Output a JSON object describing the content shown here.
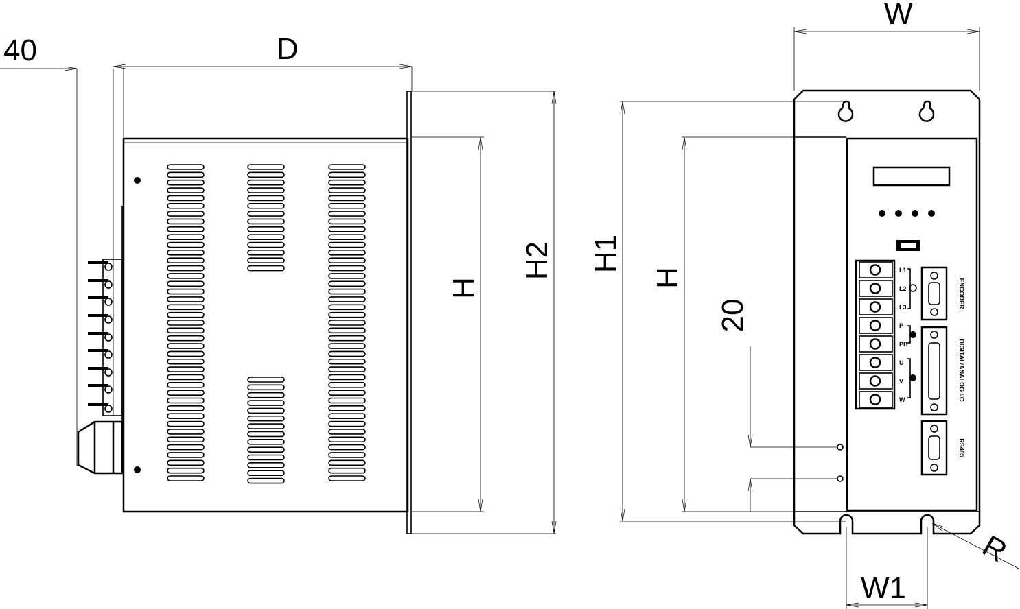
{
  "dimensions": {
    "clearance": "40",
    "depth": "D",
    "width": "W",
    "height_side": "H",
    "height2": "H2",
    "height1": "H1",
    "height_front": "H",
    "offset": "20",
    "mount_width": "W1",
    "radius": "R"
  },
  "front_panel": {
    "connectors": [
      "ENCODER",
      "DIGITAL/ANALOG I/O",
      "RS485"
    ],
    "terminals": [
      "L1",
      "L2",
      "L3",
      "P",
      "PB",
      "U",
      "V",
      "W"
    ]
  },
  "colors": {
    "line": "#000000",
    "background": "#ffffff"
  }
}
